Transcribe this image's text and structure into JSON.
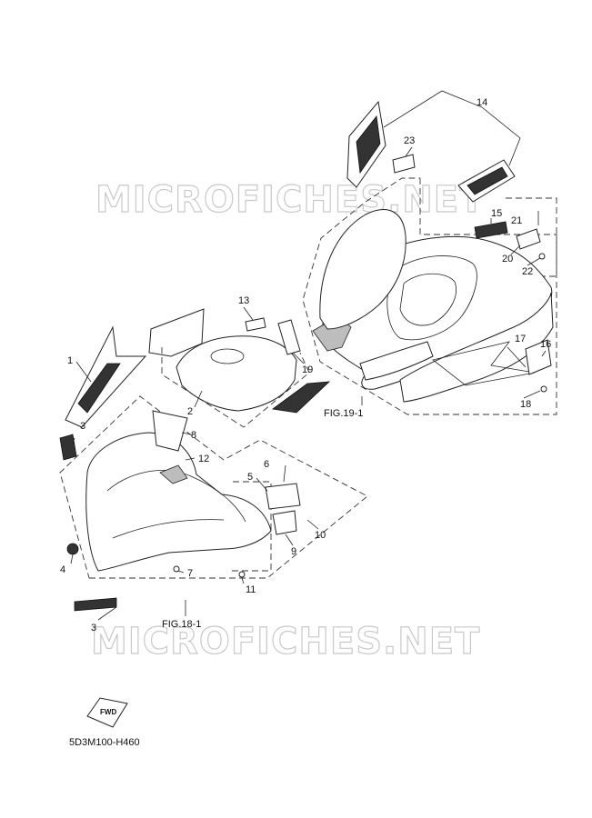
{
  "diagram": {
    "code": "5D3M100-H460",
    "fwd_label": "FWD",
    "watermark": "MICROFICHES.NET",
    "figure_refs": [
      "FIG.19-1",
      "FIG.18-1"
    ],
    "callouts": [
      "1",
      "2",
      "3",
      "3",
      "4",
      "5",
      "6",
      "7",
      "8",
      "9",
      "10",
      "11",
      "12",
      "13",
      "14",
      "15",
      "16",
      "17",
      "18",
      "19",
      "20",
      "21",
      "22",
      "23"
    ]
  }
}
